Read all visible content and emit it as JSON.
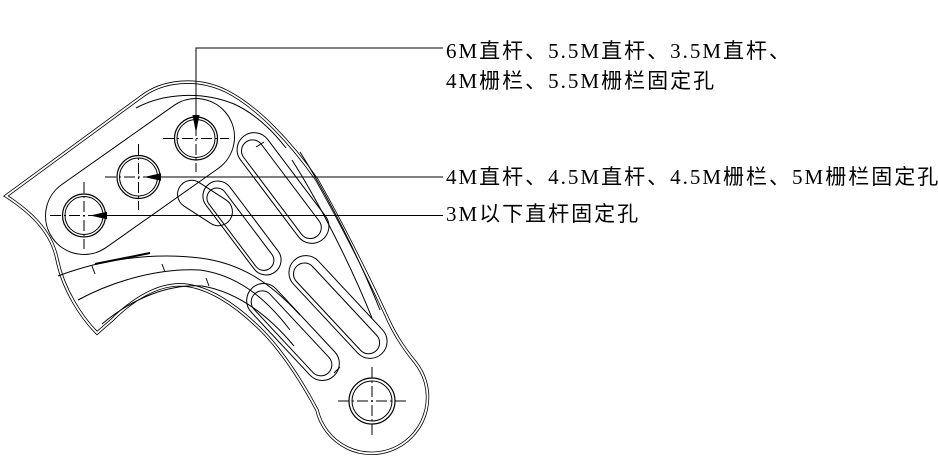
{
  "colors": {
    "line": "#000000",
    "background": "#ffffff"
  },
  "labels": {
    "top": {
      "line1": "6M直杆、5.5M直杆、3.5M直杆、",
      "line2": "4M栅栏、5.5M栅栏固定孔"
    },
    "middle": {
      "text": "4M直杆、4.5M直杆、4.5M栅栏、5M栅栏固定孔"
    },
    "bottom": {
      "text": "3M以下直杆固定孔"
    }
  },
  "holes": [
    {
      "name": "upper-fixing-hole",
      "annotation": "top"
    },
    {
      "name": "middle-fixing-hole",
      "annotation": "middle"
    },
    {
      "name": "lower-left-fixing-hole",
      "annotation": "bottom"
    },
    {
      "name": "bottom-mounting-hole",
      "annotation": ""
    }
  ]
}
